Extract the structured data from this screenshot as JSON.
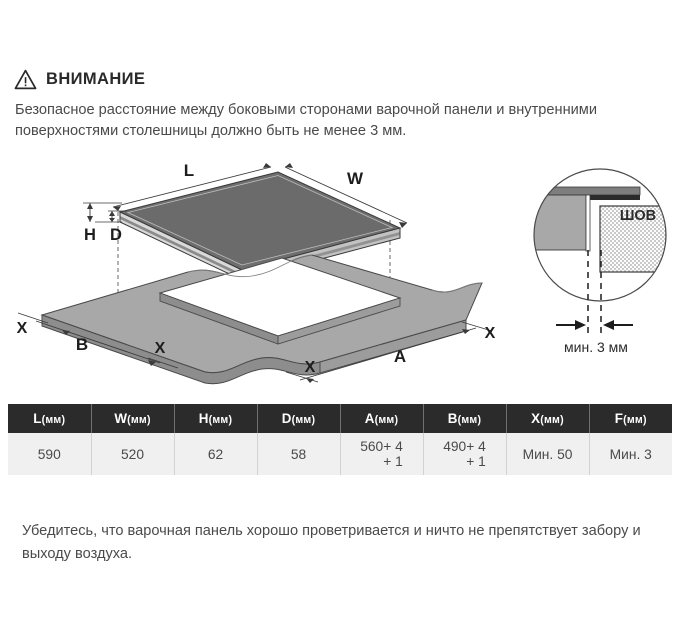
{
  "warning": {
    "icon": "warning-triangle-icon",
    "title": "ВНИМАНИЕ",
    "body": "Безопасное расстояние между боковыми сторонами варочной панели и внутренними поверхностями столешницы должно быть не менее 3 мм."
  },
  "diagram": {
    "labels": {
      "L": "L",
      "W": "W",
      "H": "H",
      "D": "D",
      "A": "A",
      "B": "B",
      "X1": "X",
      "X2": "X",
      "X3": "X",
      "X4": "X"
    },
    "detail": {
      "seam_label": "ШОВ",
      "gap_label": "мин. 3 мм"
    },
    "colors": {
      "cooktop_surface": "#6e6e6e",
      "cooktop_edge": "#d9d9d9",
      "countertop": "#a8a8a8",
      "countertop_shadow": "#8d8d8d",
      "outline": "#3a3a3a"
    }
  },
  "table": {
    "columns": [
      {
        "symbol": "L",
        "unit": "(мм)"
      },
      {
        "symbol": "W",
        "unit": "(мм)"
      },
      {
        "symbol": "H",
        "unit": "(мм)"
      },
      {
        "symbol": "D",
        "unit": "(мм)"
      },
      {
        "symbol": "A",
        "unit": "(мм)"
      },
      {
        "symbol": "B",
        "unit": "(мм)"
      },
      {
        "symbol": "X",
        "unit": "(мм)"
      },
      {
        "symbol": "F",
        "unit": "(мм)"
      }
    ],
    "row": {
      "L": "590",
      "W": "520",
      "H": "62",
      "D": "58",
      "A_top": "560+ 4",
      "A_bot": "+ 1",
      "B_top": "490+ 4",
      "B_bot": "+ 1",
      "X": "Мин. 50",
      "F": "Мин. 3"
    }
  },
  "footer": {
    "note": "Убедитесь, что варочная панель хорошо проветривается и ничто не препятствует забору и выходу воздуха."
  }
}
